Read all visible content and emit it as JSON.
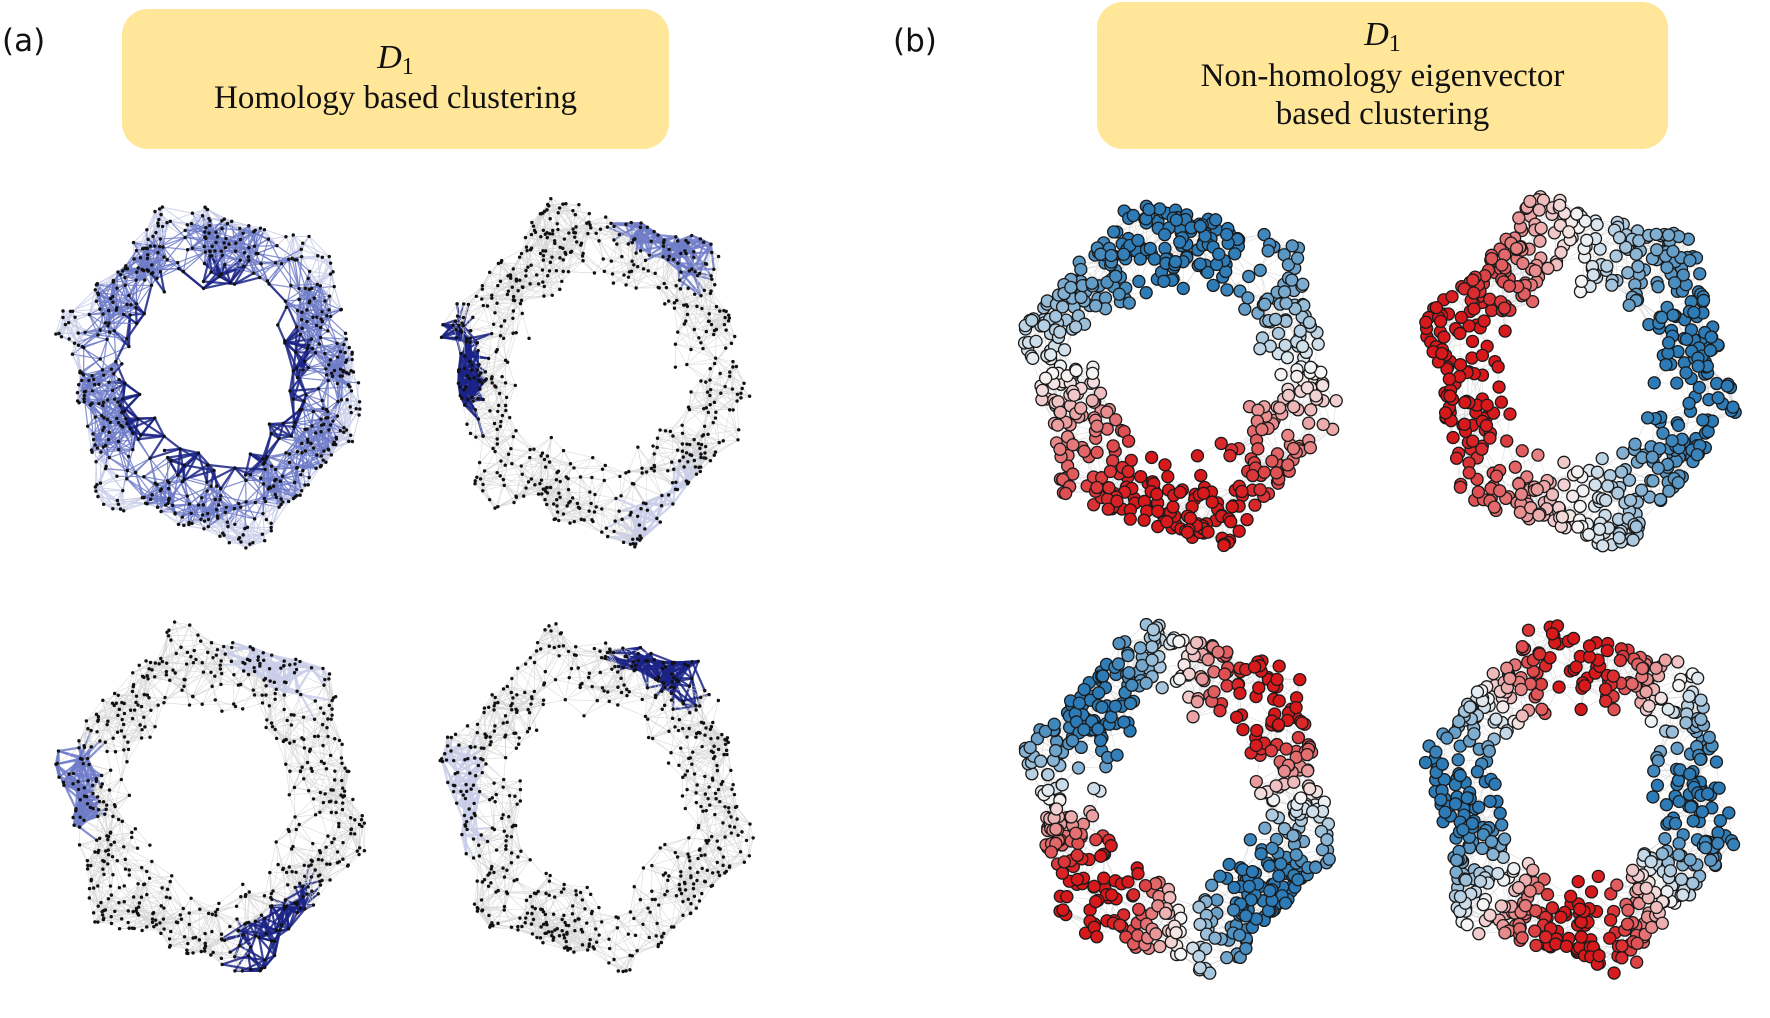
{
  "figure": {
    "panels": [
      {
        "id": "a",
        "label": "(a)",
        "title_symbol": "D",
        "title_subscript": "1",
        "title_lines": [
          "Homology based clustering"
        ],
        "style": "homology",
        "subplots": [
          {
            "position": "top-left",
            "highlight": "inner-ring",
            "lobes": []
          },
          {
            "position": "top-right",
            "highlight": "lobes",
            "lobes": [
              {
                "angle": 180,
                "strength": 1.0
              },
              {
                "angle": 300,
                "strength": 0.45
              },
              {
                "angle": 60,
                "strength": 0.3
              }
            ]
          },
          {
            "position": "bottom-left",
            "highlight": "lobes",
            "lobes": [
              {
                "angle": 60,
                "strength": 1.0
              },
              {
                "angle": 180,
                "strength": 0.45
              },
              {
                "angle": 300,
                "strength": 0.35
              }
            ]
          },
          {
            "position": "bottom-right",
            "highlight": "lobes",
            "lobes": [
              {
                "angle": 300,
                "strength": 1.0
              },
              {
                "angle": 180,
                "strength": 0.35
              }
            ]
          }
        ]
      },
      {
        "id": "b",
        "label": "(b)",
        "title_symbol": "D",
        "title_subscript": "1",
        "title_lines": [
          "Non-homology eigenvector",
          "based clustering"
        ],
        "style": "eigenvector",
        "subplots": [
          {
            "position": "top-left",
            "mode": 1,
            "phase": 90
          },
          {
            "position": "top-right",
            "mode": 1,
            "phase": 180
          },
          {
            "position": "bottom-left",
            "mode": 2,
            "phase": 45
          },
          {
            "position": "bottom-right",
            "mode": 2,
            "phase": 0
          }
        ]
      }
    ],
    "colors": {
      "title_box": "#ffe699",
      "edge_gray": "#d4d4d4",
      "node_black": "#111111",
      "homology_dark": "#1b2486",
      "homology_mid": "#6f7cc8",
      "homology_light": "#c9cde8",
      "diverging_red": "#d7191c",
      "diverging_white": "#f7f7f7",
      "diverging_blue": "#2c7bb6"
    }
  }
}
